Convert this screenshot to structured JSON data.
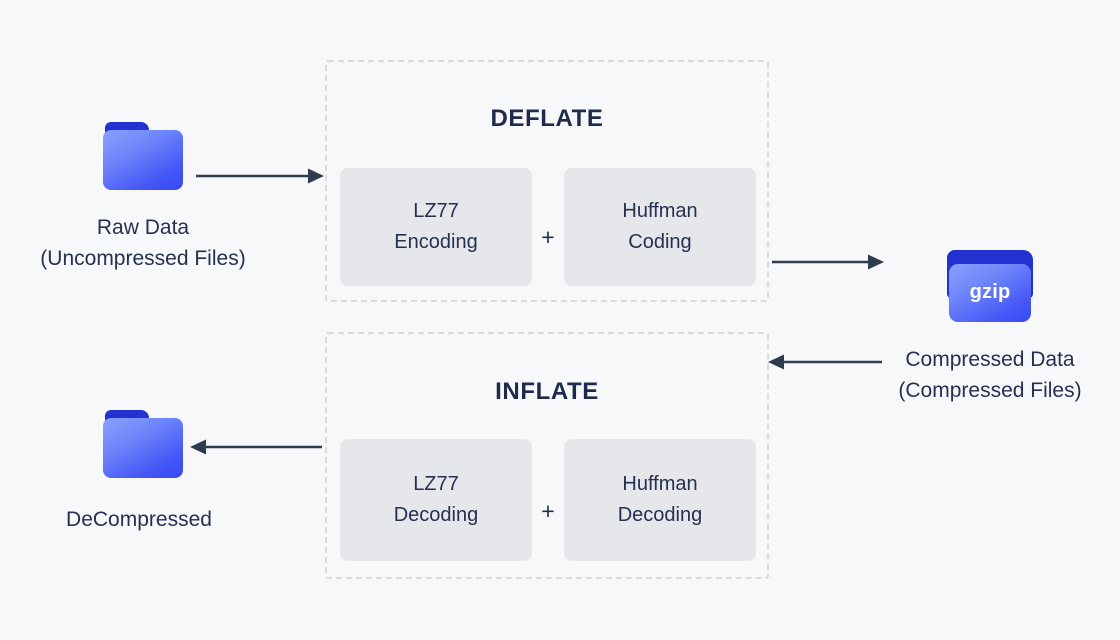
{
  "canvas": {
    "background": "#f7f8fa",
    "text_color": "#263050",
    "accent_blue": "#3b4ef5",
    "accent_blue_dark": "#2431d1",
    "box_gray": "#e5e7eb",
    "dash_gray": "#d7dae1"
  },
  "nodes": {
    "raw_data": {
      "icon": "folder-icon",
      "caption": "Raw Data\n(Uncompressed Files)"
    },
    "decompressed": {
      "icon": "folder-icon",
      "caption": "DeCompressed"
    },
    "gzip": {
      "icon": "gzip-folder-icon",
      "label": "gzip",
      "caption": "Compressed Data\n(Compressed Files)"
    }
  },
  "groups": [
    {
      "id": "deflate",
      "title": "DEFLATE",
      "operator": "+",
      "stages": [
        {
          "label": "LZ77\nEncoding"
        },
        {
          "label": "Huffman\nCoding"
        }
      ]
    },
    {
      "id": "inflate",
      "title": "INFLATE",
      "operator": "+",
      "stages": [
        {
          "label": "LZ77\nDecoding"
        },
        {
          "label": "Huffman\nDecoding"
        }
      ]
    }
  ],
  "arrows": [
    {
      "id": "raw-to-deflate",
      "direction": "right"
    },
    {
      "id": "deflate-to-gzip",
      "direction": "right"
    },
    {
      "id": "gzip-to-inflate",
      "direction": "left"
    },
    {
      "id": "inflate-to-decompressed",
      "direction": "left"
    }
  ]
}
